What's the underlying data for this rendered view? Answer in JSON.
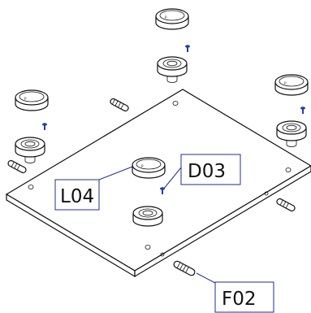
{
  "labels": {
    "panel_fastener": "D03",
    "leveling_foot": "L04",
    "dowel": "F02"
  },
  "colors": {
    "outline": "#111111",
    "callout_border": "#1f2f8f",
    "screw": "#1f3fae",
    "background": "#ffffff"
  },
  "parts": [
    {
      "name": "leveling-foot-cap",
      "count": 4
    },
    {
      "name": "foot-base-insert",
      "count": 4
    },
    {
      "name": "screw",
      "count": 4
    },
    {
      "name": "dowel-pin",
      "count": 4
    }
  ]
}
